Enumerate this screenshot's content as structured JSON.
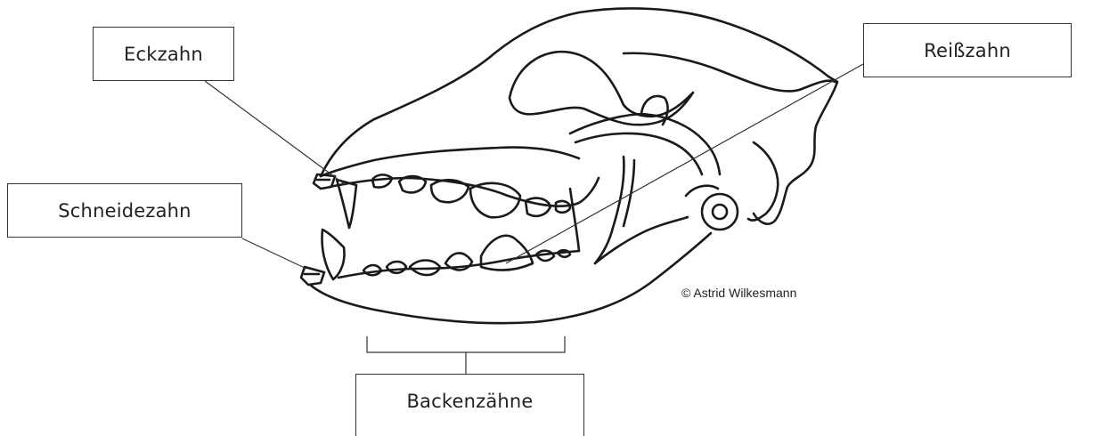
{
  "labels": {
    "eckzahn": "Eckzahn",
    "reisszahn": "Reißzahn",
    "schneidezahn": "Schneidezahn",
    "backenzaehne": "Backenzähne"
  },
  "copyright": "© Astrid Wilkesmann",
  "colors": {
    "line": "#1a1a1a",
    "background": "#ffffff"
  }
}
